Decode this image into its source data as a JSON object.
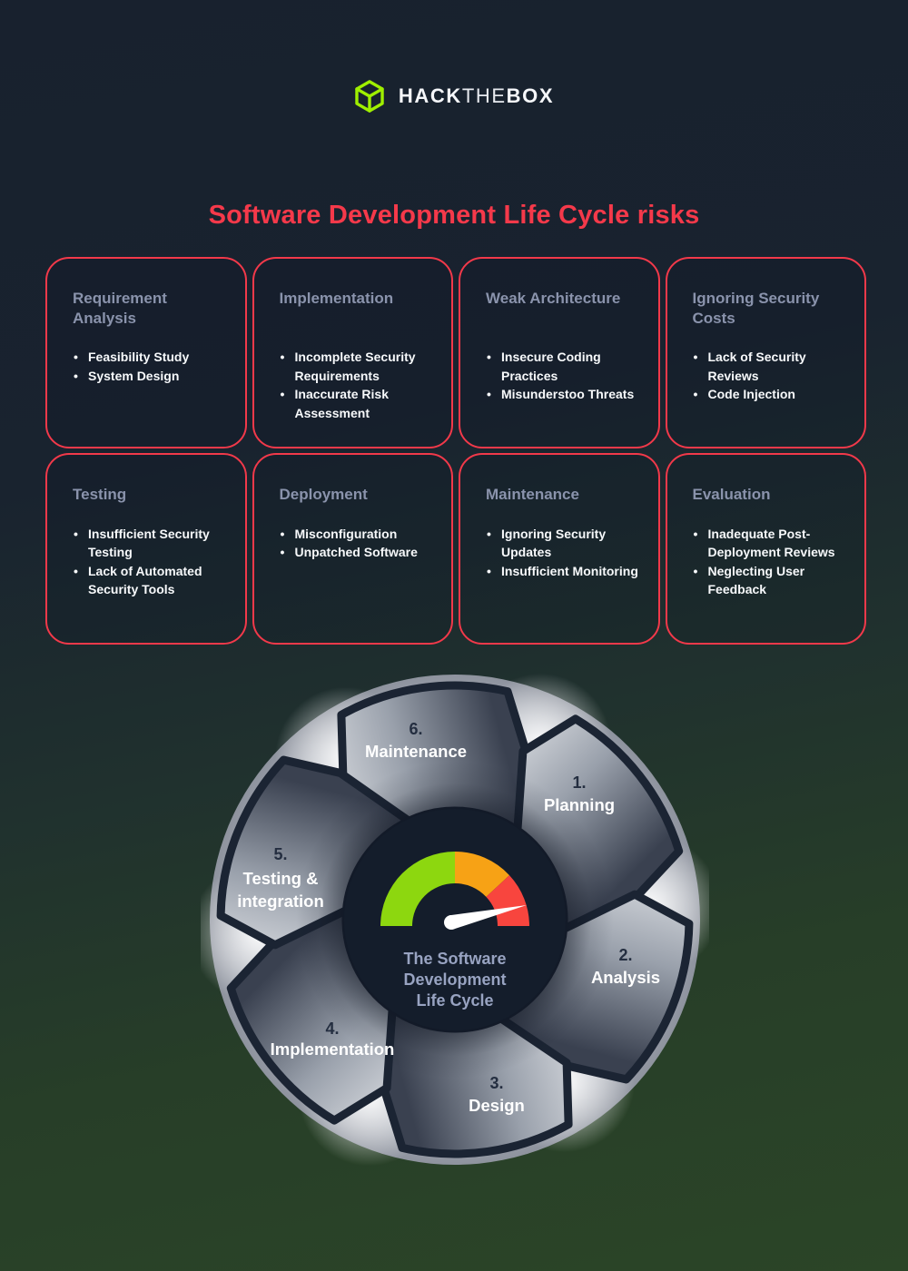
{
  "palette": {
    "background_top": "#18212e",
    "background_bottom": "#2b4527",
    "card_border": "#f2394a",
    "title_red": "#f5394a",
    "card_heading": "#8a93ac",
    "text_white": "#f7f9fb",
    "htb_green": "#9fef00",
    "center_circle": "#141d2b",
    "phase_number": "#242e40",
    "center_text": "#98a3c1"
  },
  "header": {
    "brand": {
      "hack": "HACK",
      "the": "THE",
      "box": "BOX"
    }
  },
  "title": {
    "text": "Software Development Life Cycle risks"
  },
  "cards": [
    {
      "title": "Requirement Analysis",
      "bullets": [
        "Feasibility Study",
        "System Design"
      ]
    },
    {
      "title": "Implementation",
      "bullets": [
        "Incomplete Security Requirements",
        "Inaccurate Risk Assessment"
      ]
    },
    {
      "title": "Weak Architecture",
      "bullets": [
        "Insecure Coding Practices",
        "Misunderstoo Threats"
      ]
    },
    {
      "title": "Ignoring Security Costs",
      "bullets": [
        "Lack of Security Reviews",
        "Code Injection"
      ]
    },
    {
      "title": "Testing",
      "bullets": [
        "Insufficient Security Testing",
        "Lack of Automated Security Tools"
      ]
    },
    {
      "title": "Deployment",
      "bullets": [
        "Misconfiguration",
        "Unpatched Software"
      ]
    },
    {
      "title": "Maintenance",
      "bullets": [
        "Ignoring Security Updates",
        "Insufficient Monitoring"
      ]
    },
    {
      "title": "Evaluation",
      "bullets": [
        "Inadequate Post-Deployment Reviews",
        "Neglecting User Feedback"
      ]
    }
  ],
  "cycle": {
    "center_lines": [
      "The Software",
      "Development",
      "Life Cycle"
    ],
    "phases": [
      {
        "num": "1.",
        "lines": [
          "Planning"
        ]
      },
      {
        "num": "2.",
        "lines": [
          "Analysis"
        ]
      },
      {
        "num": "3.",
        "lines": [
          "Design"
        ]
      },
      {
        "num": "4.",
        "lines": [
          "Implementation"
        ]
      },
      {
        "num": "5.",
        "lines": [
          "Testing &",
          "integration"
        ]
      },
      {
        "num": "6.",
        "lines": [
          "Maintenance"
        ]
      }
    ],
    "gauge": {
      "green": "#8dd70f",
      "orange": "#f7a215",
      "red": "#f8453e",
      "needle": "#ffffff"
    }
  }
}
